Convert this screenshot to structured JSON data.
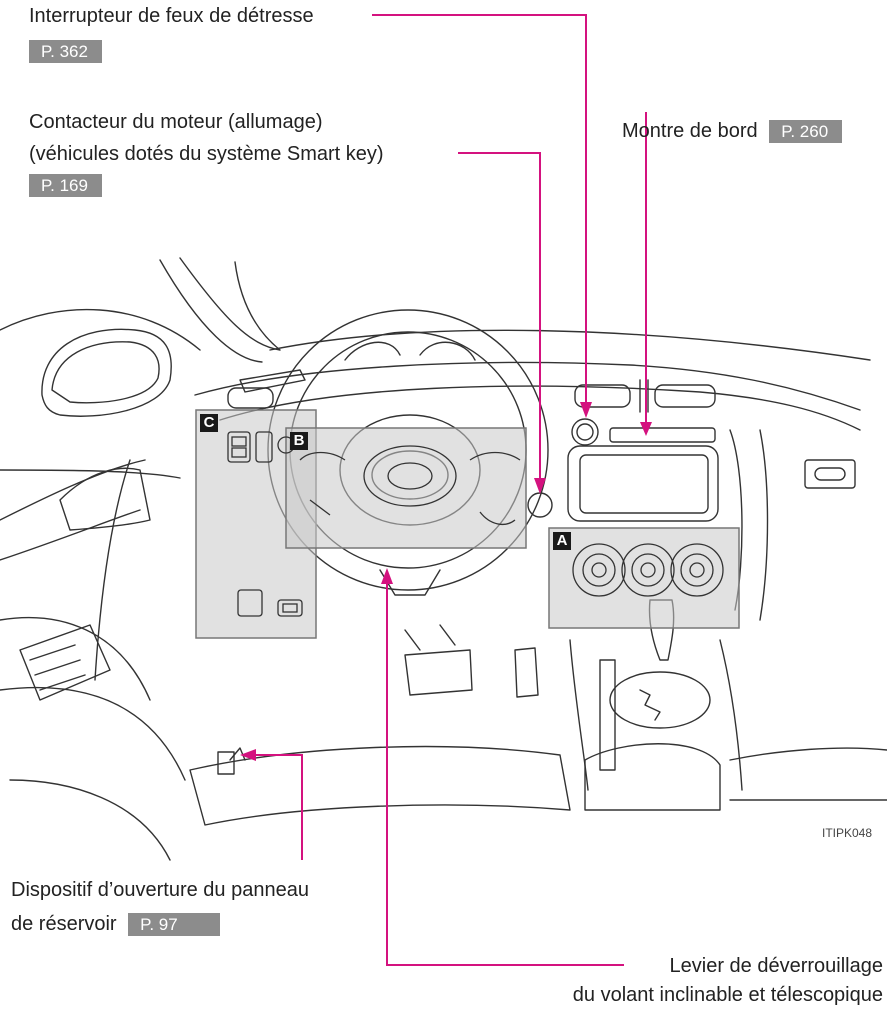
{
  "callouts": {
    "hazard": {
      "text": "Interrupteur de feux de détresse",
      "page": "P. 362"
    },
    "engine": {
      "line1": "Contacteur du moteur (allumage)",
      "line2": "(véhicules dotés du système Smart key)",
      "page": "P. 169"
    },
    "clock": {
      "text": "Montre de bord",
      "page": "P. 260"
    },
    "fuel": {
      "line1": "Dispositif d’ouverture du panneau",
      "line2": "de réservoir",
      "page": "P. 97"
    },
    "steering": {
      "line1": "Levier de déverrouillage",
      "line2": "du volant inclinable et télescopique"
    }
  },
  "zones": {
    "a": "A",
    "b": "B",
    "c": "C"
  },
  "figure_code": "ITIPK048",
  "colors": {
    "leader": "#d4127f",
    "page_tab": "#8c8c8c",
    "zone_fill": "#c9c9c9"
  }
}
